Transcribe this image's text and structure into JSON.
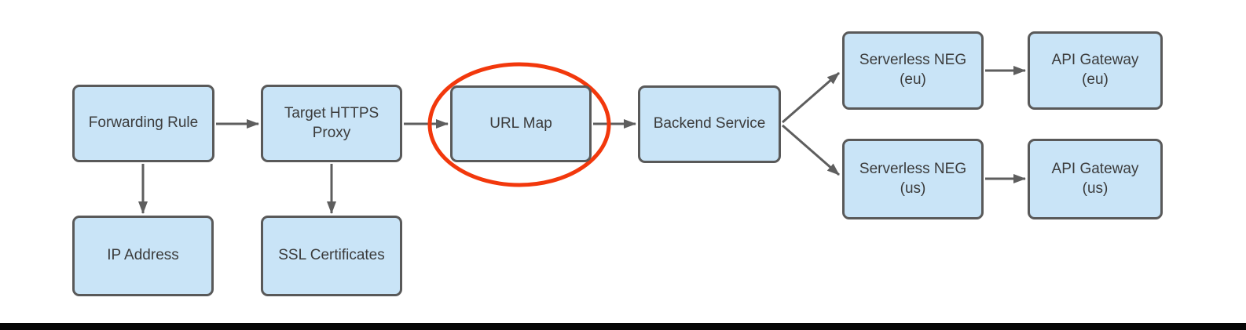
{
  "diagram": {
    "nodes": {
      "forwarding_rule": {
        "label": "Forwarding Rule"
      },
      "target_https_proxy": {
        "label": "Target HTTPS\nProxy"
      },
      "url_map": {
        "label": "URL Map"
      },
      "backend_service": {
        "label": "Backend Service"
      },
      "serverless_neg_eu": {
        "label": "Serverless NEG\n(eu)"
      },
      "api_gateway_eu": {
        "label": "API Gateway\n(eu)"
      },
      "serverless_neg_us": {
        "label": "Serverless NEG\n(us)"
      },
      "api_gateway_us": {
        "label": "API Gateway\n(us)"
      },
      "ip_address": {
        "label": "IP Address"
      },
      "ssl_certificates": {
        "label": "SSL Certificates"
      }
    },
    "edges": [
      {
        "from": "forwarding_rule",
        "to": "target_https_proxy"
      },
      {
        "from": "target_https_proxy",
        "to": "url_map"
      },
      {
        "from": "url_map",
        "to": "backend_service"
      },
      {
        "from": "backend_service",
        "to": "serverless_neg_eu"
      },
      {
        "from": "backend_service",
        "to": "serverless_neg_us"
      },
      {
        "from": "serverless_neg_eu",
        "to": "api_gateway_eu"
      },
      {
        "from": "serverless_neg_us",
        "to": "api_gateway_us"
      },
      {
        "from": "forwarding_rule",
        "to": "ip_address"
      },
      {
        "from": "target_https_proxy",
        "to": "ssl_certificates"
      }
    ],
    "annotation": {
      "shape": "ellipse",
      "target": "url_map",
      "purpose": "highlight",
      "color": "#f2380c"
    },
    "colors": {
      "node_fill": "#c9e4f7",
      "node_border": "#595959",
      "arrow": "#5e5e5e",
      "highlight": "#f2380c",
      "text": "#3b3b3b",
      "background": "#ffffff",
      "bottom_bar": "#060606"
    }
  }
}
